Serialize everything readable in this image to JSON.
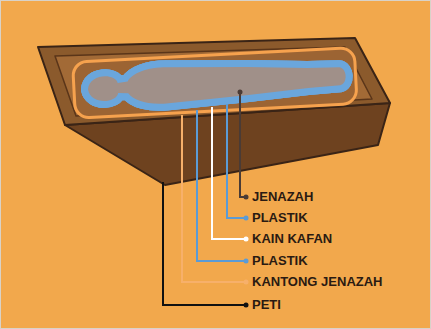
{
  "diagram": {
    "labels": [
      "JENAZAH",
      "PLASTIK",
      "KAIN KAFAN",
      "PLASTIK",
      "KANTONG JENAZAH",
      "PETI"
    ]
  }
}
